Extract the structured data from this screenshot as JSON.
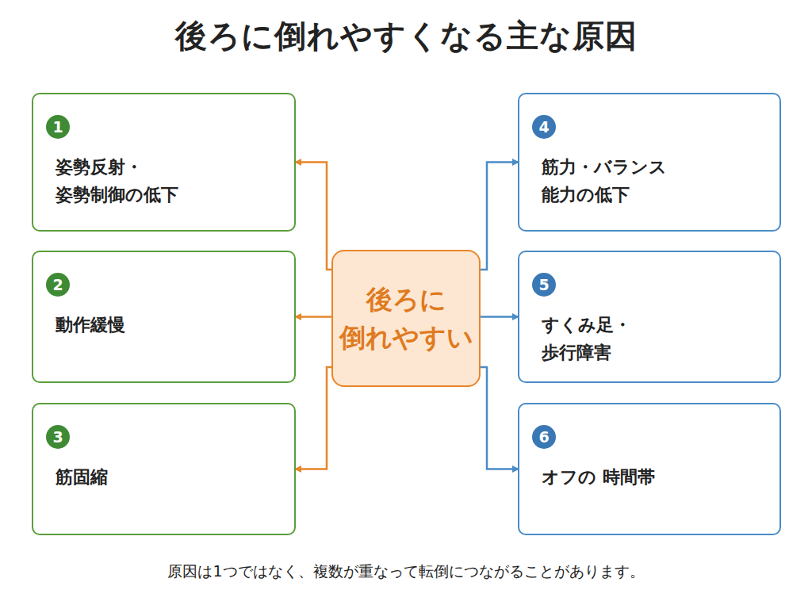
{
  "diagram": {
    "title": "後ろに倒れやすくなる主な原因",
    "caption": "原因は1つではなく、複数が重なって転倒につながることがあります。",
    "nodes": [
      {
        "text": [
          "1",
          "姿勢反射・ 姿勢制御の低下"
        ]
      },
      {
        "text": [
          "2",
          "動作緩慢"
        ]
      },
      {
        "text": [
          "3",
          "筋固縮"
        ]
      },
      {
        "text": [
          "後ろに 倒れやすい"
        ]
      },
      {
        "text": [
          "4",
          "筋力・バランス 能力の低下"
        ]
      },
      {
        "text": [
          "5",
          "すくみ足・ 歩行障害"
        ]
      },
      {
        "text": [
          "6",
          "オフの 時間帯"
        ]
      }
    ],
    "edges": [
      {
        "from": 3,
        "to": 0,
        "arrow": "to"
      },
      {
        "from": 3,
        "to": 1,
        "arrow": "to"
      },
      {
        "from": 3,
        "to": 2,
        "arrow": "to"
      },
      {
        "from": 3,
        "to": 4,
        "arrow": "to"
      },
      {
        "from": 3,
        "to": 5,
        "arrow": "to"
      },
      {
        "from": 3,
        "to": 6,
        "arrow": "to"
      }
    ]
  }
}
